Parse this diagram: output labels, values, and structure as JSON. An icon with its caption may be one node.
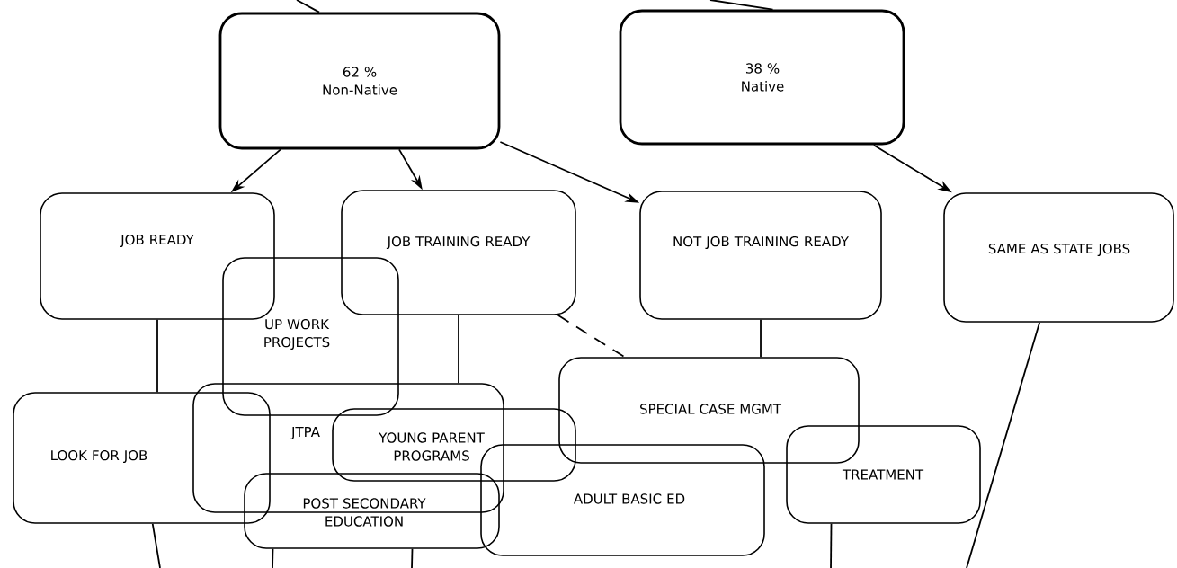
{
  "diagram": {
    "nodes": [
      {
        "text": [
          "62 %",
          "Non-Native"
        ]
      },
      {
        "text": [
          "38 %",
          "Native"
        ]
      },
      {
        "text": [
          "JOB READY"
        ]
      },
      {
        "text": [
          "JOB TRAINING READY"
        ]
      },
      {
        "text": [
          "NOT JOB TRAINING READY"
        ]
      },
      {
        "text": [
          "SAME AS STATE JOBS"
        ]
      },
      {
        "text": [
          "UP WORK PROJECTS"
        ]
      },
      {
        "text": [
          "LOOK FOR JOB"
        ]
      },
      {
        "text": [
          "JTPA"
        ]
      },
      {
        "text": [
          "YOUNG PARENT PROGRAMS"
        ]
      },
      {
        "text": [
          "SPECIAL CASE MGMT"
        ]
      },
      {
        "text": [
          "POST SECONDARY EDUCATION"
        ]
      },
      {
        "text": [
          "ADULT BASIC ED"
        ]
      },
      {
        "text": [
          "TREATMENT"
        ]
      }
    ],
    "edges": [
      {
        "from": null,
        "to": 0,
        "arrow": "none"
      },
      {
        "from": null,
        "to": 1,
        "arrow": "none"
      },
      {
        "from": 0,
        "to": 2,
        "arrow": "to"
      },
      {
        "from": 0,
        "to": 3,
        "arrow": "to"
      },
      {
        "from": 0,
        "to": 4,
        "arrow": "to"
      },
      {
        "from": 1,
        "to": 5,
        "arrow": "to"
      },
      {
        "from": 2,
        "to": 7,
        "arrow": "none"
      },
      {
        "from": 3,
        "to": 8,
        "arrow": "none"
      },
      {
        "from": 3,
        "to": 10,
        "arrow": "none",
        "style": "dashed"
      },
      {
        "from": 4,
        "to": 10,
        "arrow": "none"
      },
      {
        "from": 5,
        "to": null,
        "arrow": "none"
      },
      {
        "from": 7,
        "to": null,
        "arrow": "none"
      },
      {
        "from": 11,
        "to": null,
        "arrow": "none"
      },
      {
        "from": 11,
        "to": null,
        "arrow": "none"
      },
      {
        "from": 13,
        "to": null,
        "arrow": "none"
      }
    ]
  }
}
